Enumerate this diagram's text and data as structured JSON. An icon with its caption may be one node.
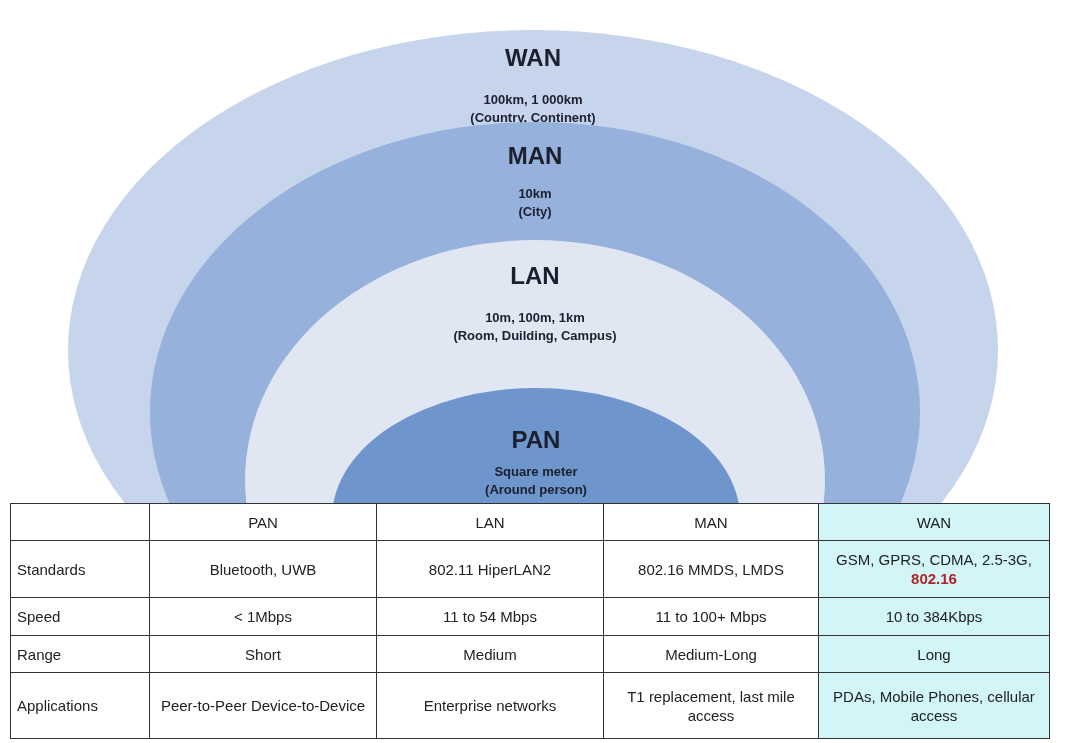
{
  "diagram": {
    "nodes": [
      {
        "text": [
          "WAN",
          "100km, 1 000km",
          "(Country, Continent)"
        ]
      },
      {
        "text": [
          "MAN",
          "10km",
          "(City)"
        ],
        "in": 0
      },
      {
        "text": [
          "LAN",
          "10m, 100m, 1km",
          "(Room, Duilding, Campus)"
        ],
        "in": 1
      },
      {
        "text": [
          "PAN",
          "Square meter",
          "(Around person)"
        ],
        "in": 2
      }
    ],
    "edges": [],
    "labels": [
      "PAN",
      "LAN",
      "MAN",
      "WAN",
      "Standards",
      "Bluetooth, UWB",
      "802.11 HiperLAN2",
      "802.16 MMDS, LMDS",
      "GSM, GPRS, CDMA, 2.5-3G,",
      "802.16",
      "Speed",
      "< 1Mbps",
      "11 to 54 Mbps",
      "11 to 100+ Mbps",
      "10 to 384Kbps",
      "Range",
      "Short",
      "Medium",
      "Medium-Long",
      "Long",
      "Applications",
      "Peer-to-Peer Device-to-Device",
      "Enterprise networks",
      "T1 replacement, last mile access",
      "PDAs, Mobile Phones, cellular access"
    ]
  }
}
